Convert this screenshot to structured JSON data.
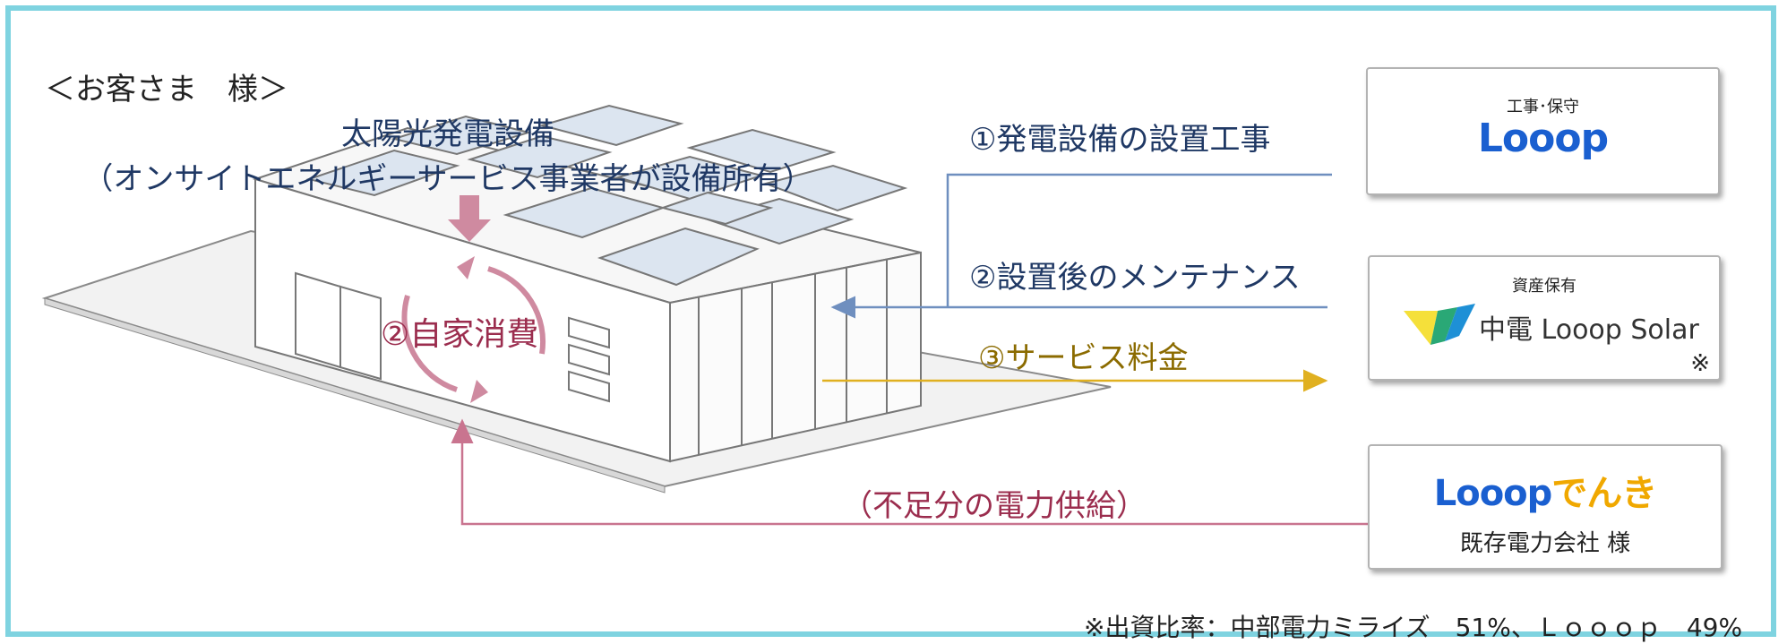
{
  "customer_label": "＜お客さま　様＞",
  "solar_equipment": {
    "title": "太陽光発電設備",
    "subtitle": "（オンサイトエネルギーサービス事業者が設備所有）"
  },
  "self_consumption": "②自家消費",
  "flows": {
    "install": "①発電設備の設置工事",
    "maintenance": "②設置後のメンテナンス",
    "service_fee": "③サービス料金",
    "supply": "（不足分の電力供給）"
  },
  "boxes": {
    "construction": {
      "caption": "工事･保守",
      "logo": "Looop"
    },
    "ownership": {
      "caption": "資産保有",
      "logo_text": "中電 Looop Solar",
      "note_mark": "※"
    },
    "utility": {
      "logo_main": "Looop",
      "logo_sub": "でんき",
      "label": "既存電力会社 様"
    }
  },
  "footnote": "※出資比率：中部電力ミライズ　51%、Ｌｏｏｏｐ　49%",
  "colors": {
    "frame": "#7fd3e0",
    "blue_arrow": "#6f8fbf",
    "gold_arrow": "#e0b020",
    "pink_arrow": "#c9748f",
    "self_cycle": "#cf8aa0",
    "looop_blue": "#1a5fd0",
    "denki_orange": "#f0a800"
  }
}
